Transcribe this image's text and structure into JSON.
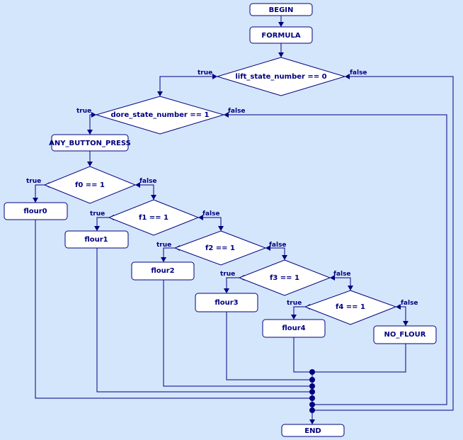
{
  "colors": {
    "background": "#d4e6fc",
    "node_fill": "#ffffff",
    "line": "#00007f"
  },
  "nodes": {
    "begin": "BEGIN",
    "formula": "FORMULA",
    "lift_cond": "lift_state_number == 0",
    "dore_cond": "dore_state_number == 1",
    "any_button": "ANY_BUTTON_PRESS",
    "f0": "f0 == 1",
    "f1": "f1 == 1",
    "f2": "f2 == 1",
    "f3": "f3 == 1",
    "f4": "f4 == 1",
    "flour0": "flour0",
    "flour1": "flour1",
    "flour2": "flour2",
    "flour3": "flour3",
    "flour4": "flour4",
    "no_flour": "NO_FLOUR",
    "end": "END"
  },
  "branch_labels": {
    "true": "true",
    "false": "false"
  }
}
